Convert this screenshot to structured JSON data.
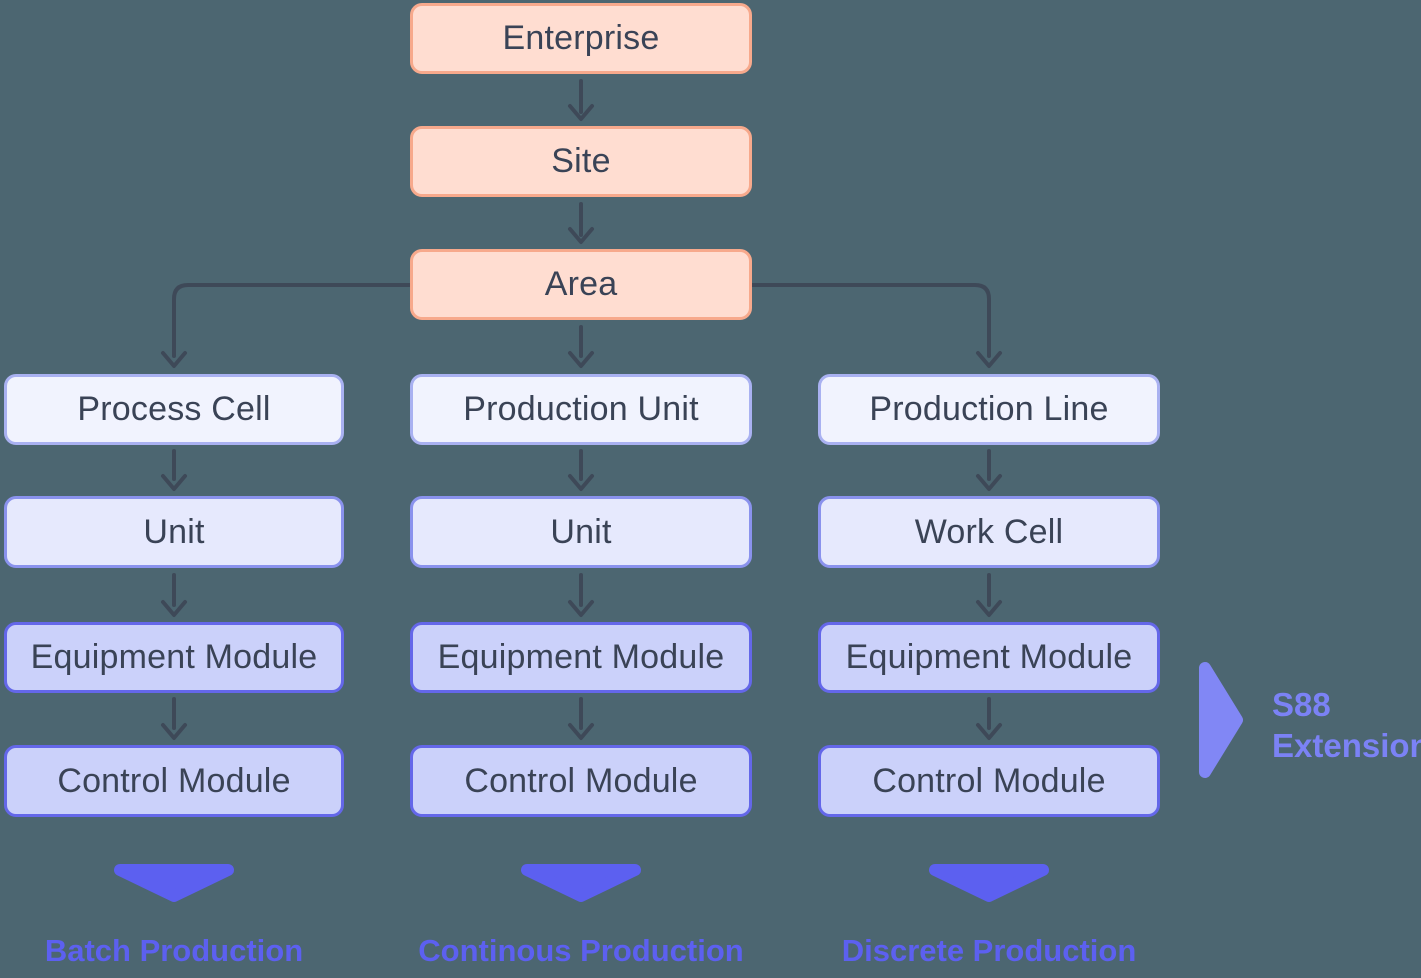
{
  "palette": {
    "background": "#4C6671",
    "root_fill": "#FFDDD1",
    "root_border": "#F7A98C",
    "level1_fill": "#F1F3FE",
    "level1_border": "#A9B1F1",
    "level2_fill": "#E6E9FD",
    "level2_border": "#8A92ED",
    "level3_fill": "#CBD1FA",
    "level3_border": "#6467E9",
    "box_text": "#3A4356",
    "connector": "#3E4958",
    "footer_accent": "#5C60F0",
    "annotation_accent": "#8187F5"
  },
  "root_chain": {
    "enterprise": "Enterprise",
    "site": "Site",
    "area": "Area"
  },
  "columns": [
    {
      "levels": [
        "Process Cell",
        "Unit",
        "Equipment Module",
        "Control Module"
      ],
      "footer": "Batch Production"
    },
    {
      "levels": [
        "Production Unit",
        "Unit",
        "Equipment Module",
        "Control Module"
      ],
      "footer": "Continous Production"
    },
    {
      "levels": [
        "Production Line",
        "Work Cell",
        "Equipment Module",
        "Control Module"
      ],
      "footer": "Discrete Production"
    }
  ],
  "annotation": {
    "line1": "S88",
    "line2": "Extension"
  }
}
